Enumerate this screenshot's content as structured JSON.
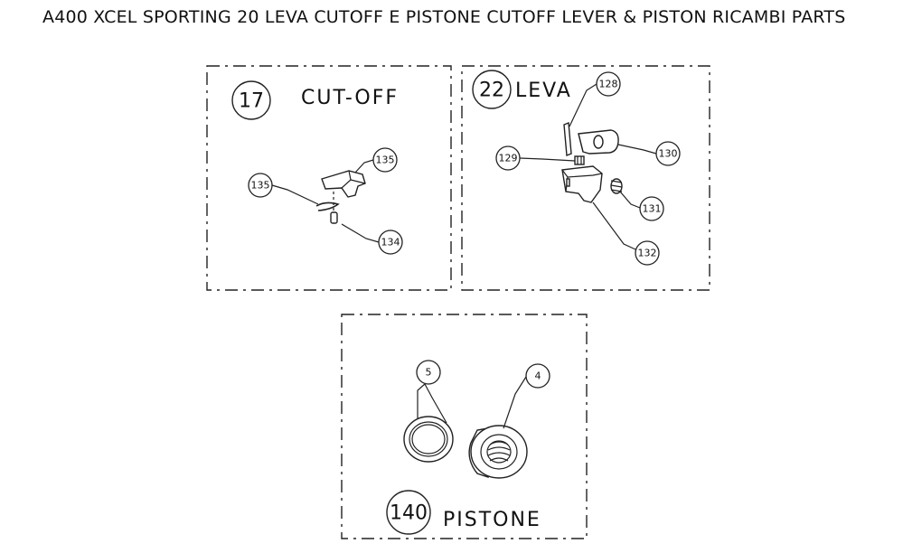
{
  "title": "A400 XCEL SPORTING 20 LEVA CUTOFF E PISTONE CUTOFF LEVER & PISTON RICAMBI PARTS",
  "panels": {
    "cutoff": {
      "number": "17",
      "label": "CUT-OFF",
      "callouts": [
        "135",
        "135",
        "134"
      ]
    },
    "leva": {
      "number": "22",
      "label": "LEVA",
      "callouts": [
        "128",
        "129",
        "130",
        "131",
        "132"
      ]
    },
    "pistone": {
      "number": "140",
      "label": "PISTONE",
      "callouts": [
        "5",
        "4"
      ]
    }
  }
}
